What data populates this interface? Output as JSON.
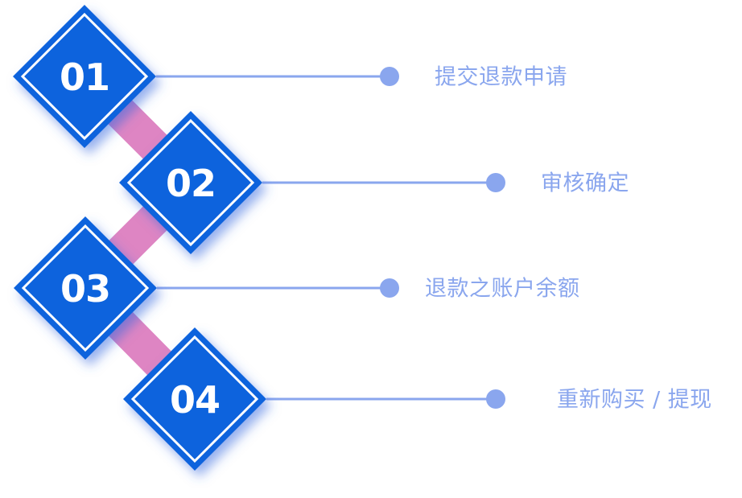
{
  "diagram": {
    "title": "",
    "colors": {
      "diamond_fill": "#1163dd",
      "diamond_inner_border": "#ffffff",
      "connector": "#de85c3",
      "connector_shadow": "#9b68b8",
      "line": "#8aa6ee",
      "label_text": "#8aa6ee",
      "number_text": "#ffffff"
    },
    "steps": [
      {
        "number": "01",
        "label": "提交退款申请"
      },
      {
        "number": "02",
        "label": "审核确定"
      },
      {
        "number": "03",
        "label": "退款之账户余额"
      },
      {
        "number": "04",
        "label": "重新购买 / 提现"
      }
    ]
  }
}
